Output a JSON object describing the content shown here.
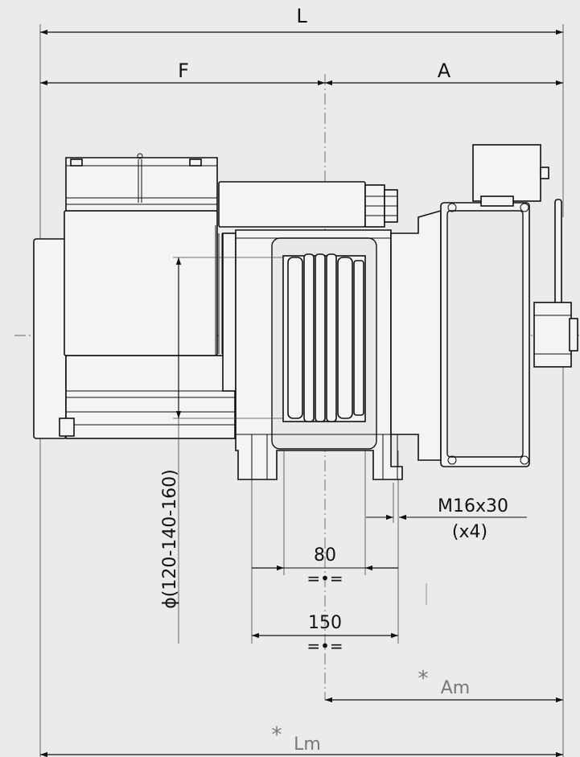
{
  "dimensions": {
    "overall_length": "L",
    "front_length": "F",
    "rear_length": "A",
    "sheave_diameter": "ϕ(120-140-160)",
    "bolt_spec": "M16x30",
    "bolt_count": "(x4)",
    "inner_spacing": "80",
    "outer_spacing": "150",
    "symmetry_mark": "=•=",
    "am_star": "*",
    "am_label": "Am",
    "lm_star": "*",
    "lm_label": "Lm"
  }
}
